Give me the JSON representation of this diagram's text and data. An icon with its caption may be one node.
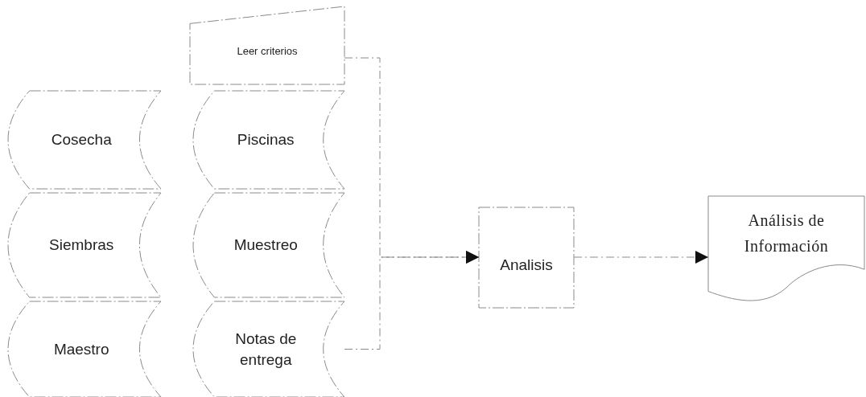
{
  "diagram": {
    "nodes": [
      {
        "text": [
          "Leer criterios"
        ]
      },
      {
        "text": [
          "Cosecha"
        ]
      },
      {
        "text": [
          "Siembras"
        ]
      },
      {
        "text": [
          "Maestro"
        ]
      },
      {
        "text": [
          "Piscinas"
        ]
      },
      {
        "text": [
          "Muestreo"
        ]
      },
      {
        "text": [
          "Notas de entrega"
        ]
      },
      {
        "text": [
          "Analisis"
        ]
      },
      {
        "text": [
          "Análisis de Información"
        ]
      }
    ],
    "edges": [
      {
        "from": 0,
        "to": 7,
        "arrow": "to",
        "style": "dashed"
      },
      {
        "from": 6,
        "to": 7,
        "arrow": "to",
        "style": "dashed"
      },
      {
        "from": 7,
        "to": 8,
        "arrow": "to",
        "style": "dashed"
      }
    ]
  }
}
